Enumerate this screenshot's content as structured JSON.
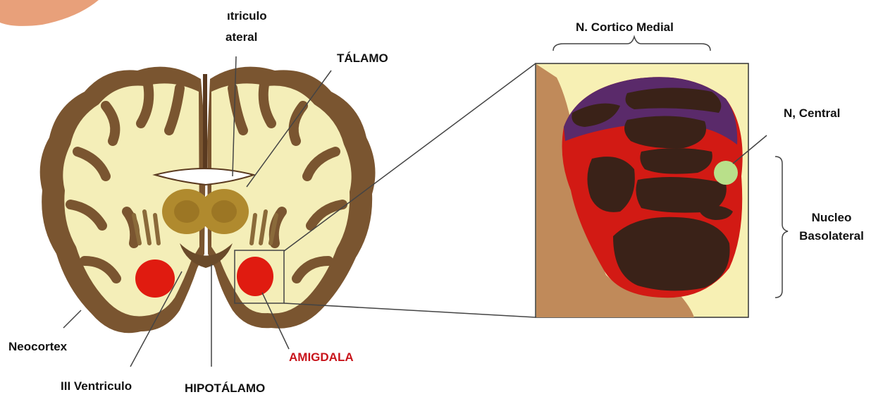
{
  "labels": {
    "ventricle": [
      "ıtriculo",
      "ateral"
    ],
    "talamo": "TÁLAMO",
    "neocortex": "Neocortex",
    "iii_ventriculo": "III Ventriculo",
    "hipotalamo": "HIPOTÁLAMO",
    "amigdala": "AMIGDALA",
    "cortico_medial": "N. Cortico Medial",
    "central": "N, Central",
    "basolateral": [
      "Nucleo",
      "Basolateral"
    ]
  },
  "colors": {
    "cortex_gray": "#7a5530",
    "white_matter": "#f4eeb8",
    "thalamus": "#b08a2e",
    "amygdala_red": "#e01b10",
    "panel_bg": "#f7f0b4",
    "panel_tan": "#c08a5a",
    "nucleus_purple": "#5a2a6a",
    "nucleus_dark": "#3a2218",
    "central_green": "#b9e08a"
  }
}
